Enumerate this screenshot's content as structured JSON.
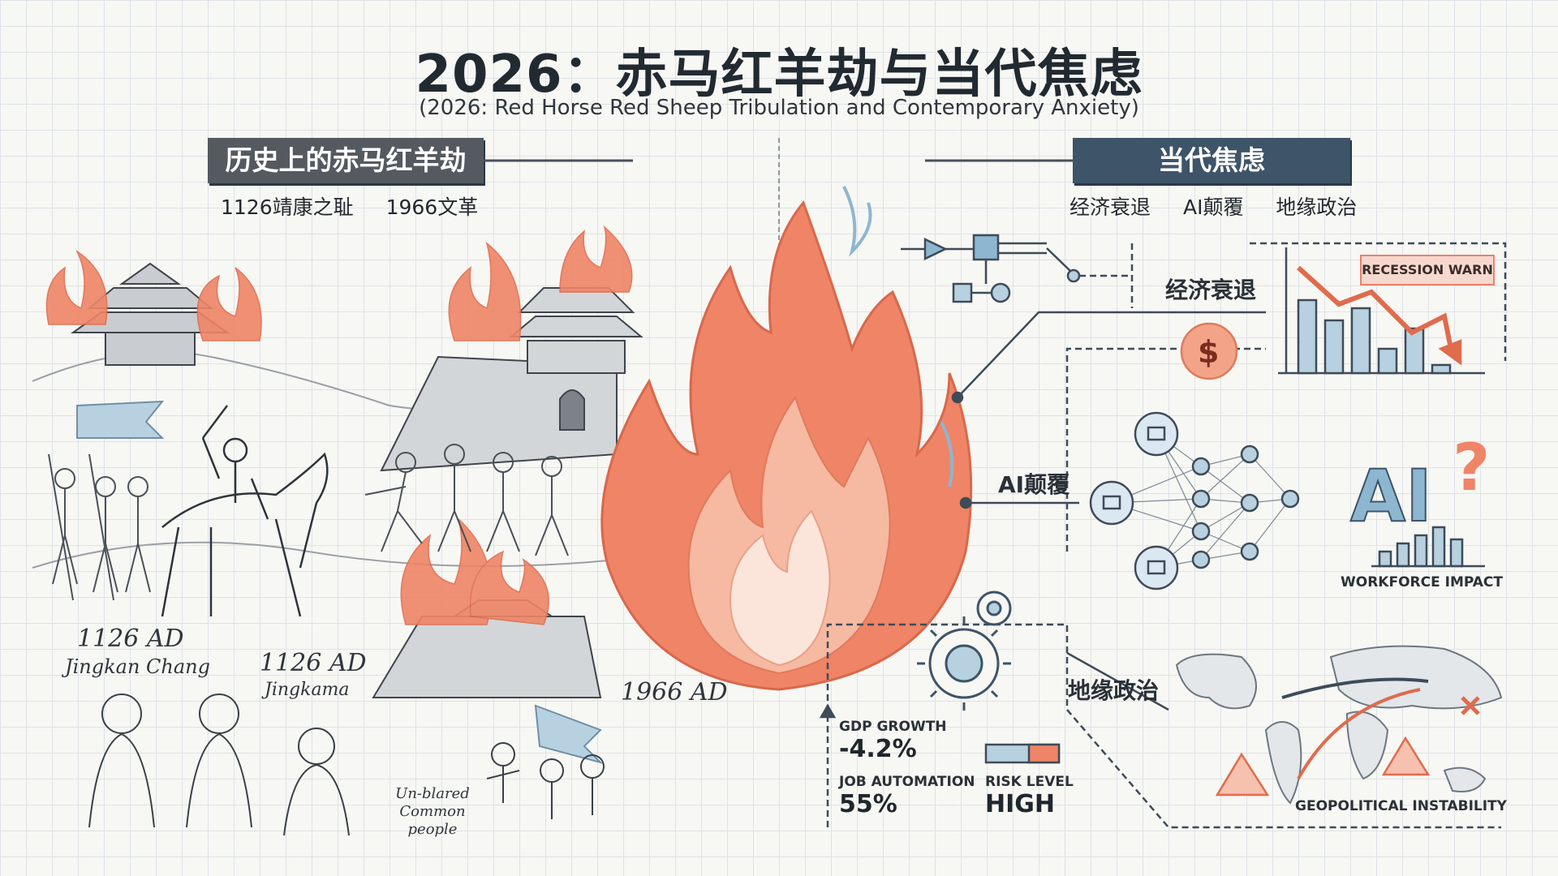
{
  "header": {
    "title": "2026：赤马红羊劫与当代焦虑",
    "subtitle": "(2026: Red Horse Red Sheep Tribulation and Contemporary Anxiety)"
  },
  "left": {
    "banner": "历史上的赤马红羊劫",
    "events": [
      "1126靖康之耻",
      "1966文革"
    ],
    "captions": {
      "c1_year": "1126 AD",
      "c1_name": "Jingkan Chang",
      "c2_year": "1126 AD",
      "c2_name": "Jingkama",
      "c3_year": "1966 AD",
      "c4": "Un-blared Common people"
    }
  },
  "right": {
    "banner": "当代焦虑",
    "topics": [
      "经济衰退",
      "AI颠覆",
      "地缘政治"
    ],
    "labels": {
      "economy": "经济衰退",
      "ai": "AI颠覆",
      "geo": "地缘政治",
      "recession": "RECESSION WARN",
      "workforce": "WORKFORCE IMPACT",
      "geo_caption": "GEOPOLITICAL INSTABILITY",
      "ai_big": "AI",
      "question": "?",
      "dollar": "$"
    },
    "metrics": {
      "gdp_label": "GDP GROWTH",
      "gdp_value": "-4.2%",
      "job_label": "JOB AUTOMATION",
      "job_value": "55%",
      "risk_label": "RISK LEVEL",
      "risk_value": "HIGH"
    }
  },
  "colors": {
    "flame": "#ec7a5c",
    "flame_light": "#f6b9a2",
    "blue": "#8db6d0",
    "navy": "#3e5468",
    "ink": "#2b3137"
  }
}
